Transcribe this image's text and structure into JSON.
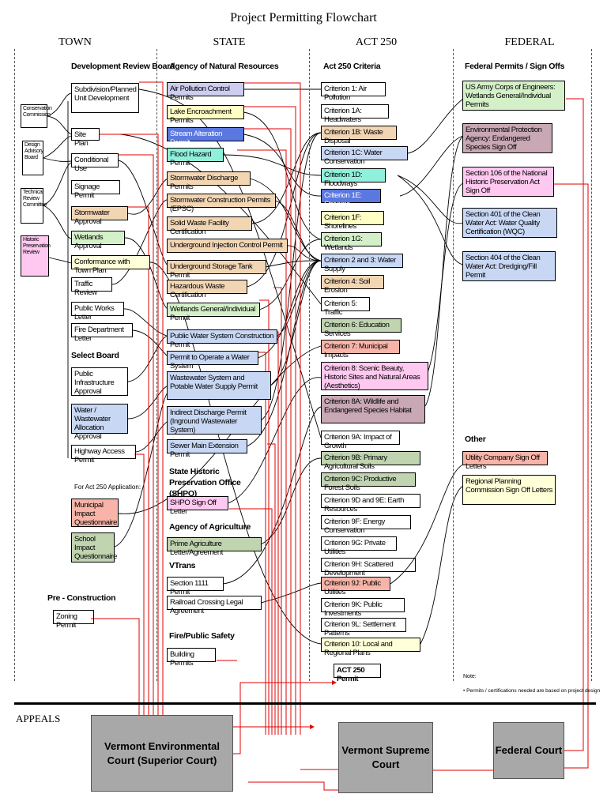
{
  "title": "Project Permitting Flowchart",
  "columns": {
    "town": "TOWN",
    "state": "STATE",
    "act250": "ACT 250",
    "federal": "FEDERAL"
  },
  "town": {
    "drb_heading": "Development Review Board",
    "sidebar": [
      "Conservation Commission",
      "Design Advisory Board",
      "Technical Review Committee",
      "Historic Preservation Review"
    ],
    "drb_items": [
      "Subdivision/Planned Unit Development",
      "Site Plan",
      "Conditional Use",
      "Signage Permit",
      "Stormwater Approval",
      "Wetlands Approval",
      "Conformance with Town Plan",
      "Traffic Review",
      "Public Works Letter",
      "Fire Department Letter"
    ],
    "select_board_heading": "Select Board",
    "select_board_items": [
      "Public Infrastructure Approval",
      "Water / Wastewater Allocation Approval",
      "Highway Access Permit"
    ],
    "act250_app_heading": "For Act 250 Application:",
    "act250_app_items": [
      "Municipal Impact Questionnaire",
      "School Impact Questionnaire"
    ],
    "preconstruction_heading": "Pre - Construction",
    "preconstruction_items": [
      "Zoning Permit"
    ]
  },
  "state": {
    "anr_heading": "Agency of Natural Resources",
    "anr_items": [
      "Air Pollution Control Permits",
      "Lake Encroachment Permits",
      "Stream Alteration Permit",
      "Flood Hazard Permit",
      "Stormwater Discharge Permits",
      "Stormwater Construction Permits (EPSC)",
      "Solid Waste Facility Certification",
      "Underground Injection Control Permit",
      "Underground Storage Tank Permit",
      "Hazardous Waste Certification",
      "Wetlands General/Individual Permit",
      "Public Water System Construction Permit",
      "Permit to Operate a Water System",
      "Wastewater System and Potable Water Supply Permit",
      "Indirect Discharge Permit (Inground Wastewater System)",
      "Sewer Main Extension Permit"
    ],
    "shpo_heading": "State Historic Preservation Office (SHPO)",
    "shpo_items": [
      "SHPO Sign Off Letter"
    ],
    "agriculture_heading": "Agency of Agriculture",
    "agriculture_items": [
      "Prime Agriculture Letter/Agreement"
    ],
    "vtrans_heading": "VTrans",
    "vtrans_items": [
      "Section 1111 Permit",
      "Railroad Crossing Legal Agreement"
    ],
    "fire_heading": "Fire/Public Safety",
    "fire_items": [
      "Building Permits"
    ]
  },
  "act250": {
    "heading": "Act 250 Criteria",
    "criteria": [
      "Criterion 1: Air Pollution",
      "Criterion 1A: Headwaters",
      "Criterion 1B: Waste Disposal",
      "Criterion 1C: Water Conservation",
      "Criterion 1D: Floodways",
      "Criterion 1E: Streams",
      "Criterion 1F: Shorelines",
      "Criterion 1G: Wetlands",
      "Criterion 2 and 3: Water Supply",
      "Criterion 4: Soil Erosion",
      "Criterion 5: Traffic",
      "Criterion 6: Education Services",
      "Criterion 7: Municipal Impacts",
      "Criterion 8: Scenic Beauty, Historic Sites and Natural Areas (Aesthetics)",
      "Criterion 8A: Wildlife and Endangered Species Habitat",
      "Criterion 9A: Impact of Growth",
      "Criterion 9B: Primary Agricultural Soils",
      "Criterion 9C: Productive Forest Soils",
      "Criterion 9D and 9E: Earth Resources",
      "Criterion 9F: Energy Conservation",
      "Criterion 9G: Private Utilities",
      "Criterion 9H: Scattered Development",
      "Criterion 9J: Public Utilities",
      "Criterion 9K: Public Investments",
      "Criterion 9L: Settlement Patterns",
      "Criterion 10: Local and Regional Plans"
    ],
    "permit": "ACT 250 Permit"
  },
  "federal": {
    "heading": "Federal Permits / Sign Offs",
    "items": [
      "US Army Corps of Engineers: Wetlands General/Individual Permits",
      "Environmental Protection Agency: Endangered Species Sign Off",
      "Section 106 of the National Historic Preservation Act Sign Off",
      "Section 401 of the Clean Water Act: Water Quality Certification (WQC)",
      "Section 404 of the Clean Water Act: Dredging/Fill Permit"
    ],
    "other_heading": "Other",
    "other_items": [
      "Utility Company Sign Off Letters",
      "Regional Planning Commission Sign Off Letters"
    ],
    "note_title": "Note:",
    "note_text": "Permits / certifications needed are based on project design"
  },
  "appeals": {
    "label": "APPEALS",
    "courts": [
      "Vermont Environmental Court (Superior Court)",
      "Vermont Supreme Court",
      "Federal Court"
    ]
  },
  "colors": {
    "connector": "#000000",
    "appeal_line": "#e00000",
    "court_fill": "#a8a8a8"
  }
}
